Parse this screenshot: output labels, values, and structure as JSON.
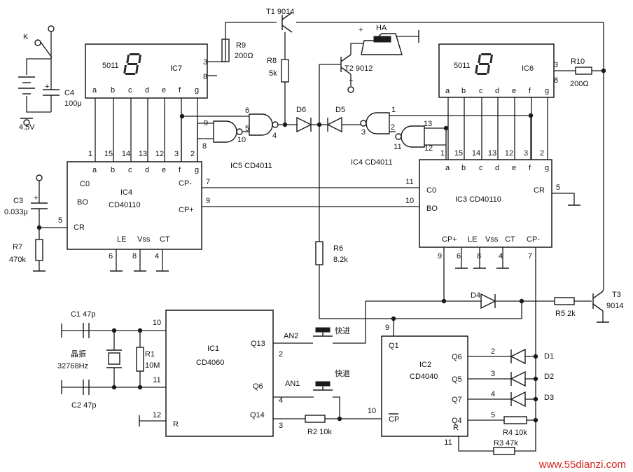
{
  "colors": {
    "ink": "#1a1a1a",
    "watermark": "#d8231f",
    "segment": "#2a2a2a"
  },
  "ics": [
    {
      "id": "IC7",
      "label": "IC7",
      "part": "5011",
      "pins": [
        "a",
        "b",
        "c",
        "d",
        "e",
        "f",
        "g"
      ],
      "right_pins": [
        "3",
        "8"
      ]
    },
    {
      "id": "IC6",
      "label": "IC6",
      "part": "5011",
      "pins": [
        "a",
        "b",
        "c",
        "d",
        "e",
        "f",
        "g"
      ],
      "right_pins": [
        "3",
        "8"
      ]
    },
    {
      "id": "IC4L",
      "label": "IC4",
      "part": "CD40110",
      "top_pins": [
        "a",
        "b",
        "c",
        "d",
        "e",
        "f",
        "g"
      ],
      "top_nums": [
        "1",
        "15",
        "14",
        "13",
        "12",
        "3",
        "2"
      ],
      "left_pins": [
        "C0",
        "BO",
        "CR"
      ],
      "right_pins": [
        "CP-",
        "CP+"
      ],
      "bottom_pins": [
        "LE",
        "Vss",
        "CT"
      ],
      "bottom_nums": [
        "6",
        "8",
        "4"
      ]
    },
    {
      "id": "IC3",
      "label": "IC3 CD40110",
      "top_pins": [
        "a",
        "b",
        "c",
        "d",
        "e",
        "f",
        "g"
      ],
      "top_nums": [
        "1",
        "15",
        "14",
        "13",
        "12",
        "3",
        "2"
      ],
      "left_pins": [
        "C0",
        "BO"
      ],
      "right_pins": [
        "CR"
      ],
      "bottom_pins": [
        "CP+",
        "LE",
        "Vss",
        "CT",
        "CP-"
      ],
      "bottom_nums": [
        "9",
        "6",
        "8",
        "4",
        "7"
      ]
    },
    {
      "id": "IC1",
      "label": "IC1",
      "part": "CD4060",
      "left_pins": [
        "R"
      ],
      "right_pins": [
        "Q13",
        "Q6",
        "Q14"
      ]
    },
    {
      "id": "IC2",
      "label": "IC2",
      "part": "CD4040",
      "left_pins": [
        "Q1",
        "CP"
      ],
      "right_pins": [
        "Q6",
        "Q5",
        "Q7",
        "Q4",
        "R"
      ]
    }
  ],
  "gates": {
    "ic5_label": "IC5 CD4011",
    "ic4_label": "IC4 CD4011",
    "ic5_pins": [
      "6",
      "9",
      "8",
      "10",
      "5",
      "4"
    ],
    "ic4_pins": [
      "1",
      "3",
      "2",
      "13",
      "11",
      "12"
    ]
  },
  "components": {
    "switch": "K",
    "battery": "4.5V",
    "c4": [
      "C4",
      "100μ"
    ],
    "c3": [
      "C3",
      "0.033μ"
    ],
    "r7": [
      "R7",
      "470k"
    ],
    "r9": [
      "R9",
      "200Ω"
    ],
    "r8": [
      "R8",
      "5k"
    ],
    "t1": "T1 9014",
    "t2": "T2 9012",
    "ha": "HA",
    "r10": [
      "R10",
      "200Ω"
    ],
    "d6": "D6",
    "d5": "D5",
    "r6": [
      "R6",
      "8.2k"
    ],
    "d4": "D4",
    "r5": "R5 2k",
    "t3": [
      "T3",
      "9014"
    ],
    "c1": "C1 47p",
    "c2": "C2 47p",
    "crystal": [
      "晶振",
      "32768Hz"
    ],
    "r1": [
      "R1",
      "10M"
    ],
    "an2": "AN2",
    "an2_name": "快进",
    "an1": "AN1",
    "an1_name": "快退",
    "r2": "R2 10k",
    "r4": "R4 10k",
    "r3": "R3 47k",
    "d1": "D1",
    "d2": "D2",
    "d3": "D3"
  },
  "pin_numbers": {
    "cr5": "5",
    "cp_minus": "7",
    "cp_plus": "9",
    "c0": "11",
    "bo": "10",
    "ic3_cr": "5",
    "osc10": "10",
    "osc11": "11",
    "r12": "12",
    "q13": "2",
    "q6": "4",
    "q14": "3",
    "ic2_q1": "9",
    "ic2_cp": "10",
    "ic2_q6": "2",
    "ic2_q5": "3",
    "ic2_q7": "4",
    "ic2_q4": "5",
    "ic2_r": "11"
  },
  "plus_sign": "+",
  "watermark": "www.55dianzi.com"
}
